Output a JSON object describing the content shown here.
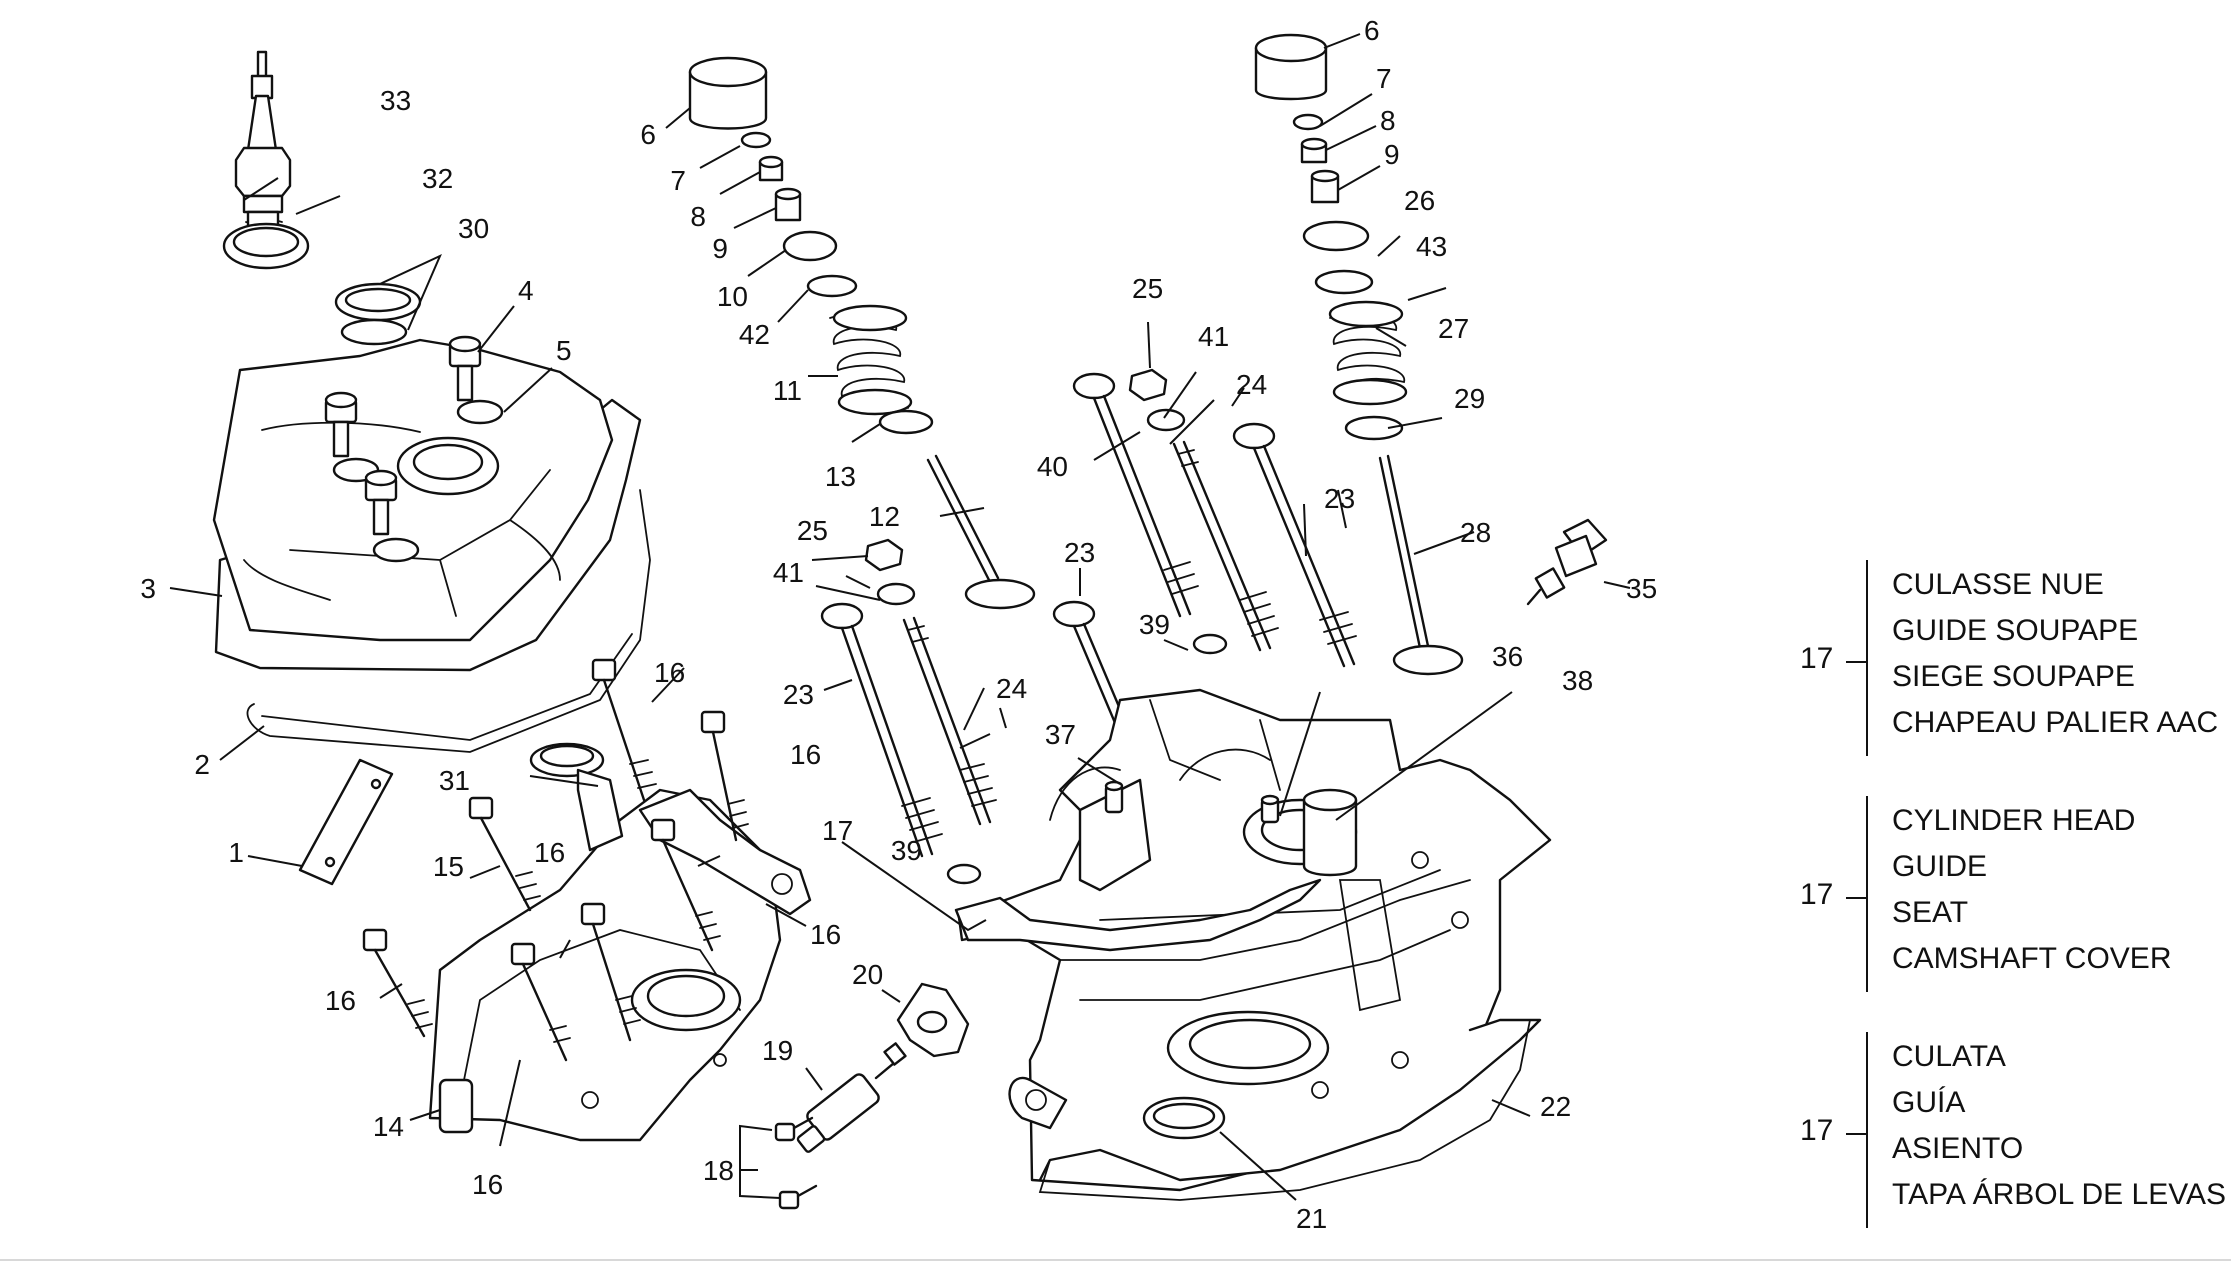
{
  "diagram": {
    "callouts": {
      "c1": "1",
      "c2": "2",
      "c3": "3",
      "c4": "4",
      "c5": "5",
      "c6a": "6",
      "c6b": "6",
      "c7a": "7",
      "c7b": "7",
      "c8a": "8",
      "c8b": "8",
      "c9a": "9",
      "c9b": "9",
      "c10": "10",
      "c11": "11",
      "c12": "12",
      "c13": "13",
      "c14": "14",
      "c15": "15",
      "c16a": "16",
      "c16b": "16",
      "c16c": "16",
      "c16d": "16",
      "c16e": "16",
      "c16f": "16",
      "c17": "17",
      "c18": "18",
      "c19": "19",
      "c20": "20",
      "c21": "21",
      "c22": "22",
      "c23a": "23",
      "c23b": "23",
      "c23c": "23",
      "c24a": "24",
      "c24b": "24",
      "c25a": "25",
      "c25b": "25",
      "c26": "26",
      "c27": "27",
      "c28": "28",
      "c29": "29",
      "c30": "30",
      "c31": "31",
      "c32": "32",
      "c33": "33",
      "c35": "35",
      "c36": "36",
      "c37": "37",
      "c38": "38",
      "c39a": "39",
      "c39b": "39",
      "c40": "40",
      "c41a": "41",
      "c41b": "41",
      "c42": "42",
      "c43": "43"
    }
  },
  "legend": [
    {
      "ref": "17",
      "lines": [
        "CULASSE NUE",
        "GUIDE SOUPAPE",
        "SIEGE SOUPAPE",
        "CHAPEAU PALIER AAC"
      ]
    },
    {
      "ref": "17",
      "lines": [
        "CYLINDER HEAD",
        "GUIDE",
        "SEAT",
        "CAMSHAFT COVER"
      ]
    },
    {
      "ref": "17",
      "lines": [
        "CULATA",
        "GUÍA",
        "ASIENTO",
        "TAPA ÁRBOL DE LEVAS"
      ]
    }
  ]
}
